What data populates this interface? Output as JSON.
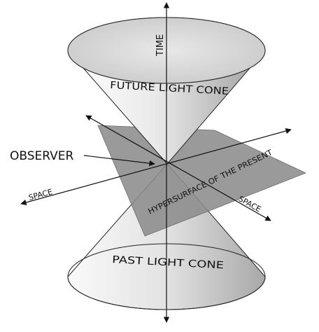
{
  "diagram": {
    "labels": {
      "time": "TIME",
      "future_cone": "FUTURE LIGHT CONE",
      "past_cone": "PAST LIGHT CONE",
      "observer": "OBSERVER",
      "space_left": "SPACE",
      "space_right": "SPACE",
      "hypersurface": "HYPERSURFACE OF THE PRESENT"
    },
    "colors": {
      "plane": "#8c8c8c",
      "cone_light": "#f2f2f2",
      "cone_dark": "#bdbdbd",
      "rim": "#d6d6d6",
      "line": "#111111"
    }
  }
}
